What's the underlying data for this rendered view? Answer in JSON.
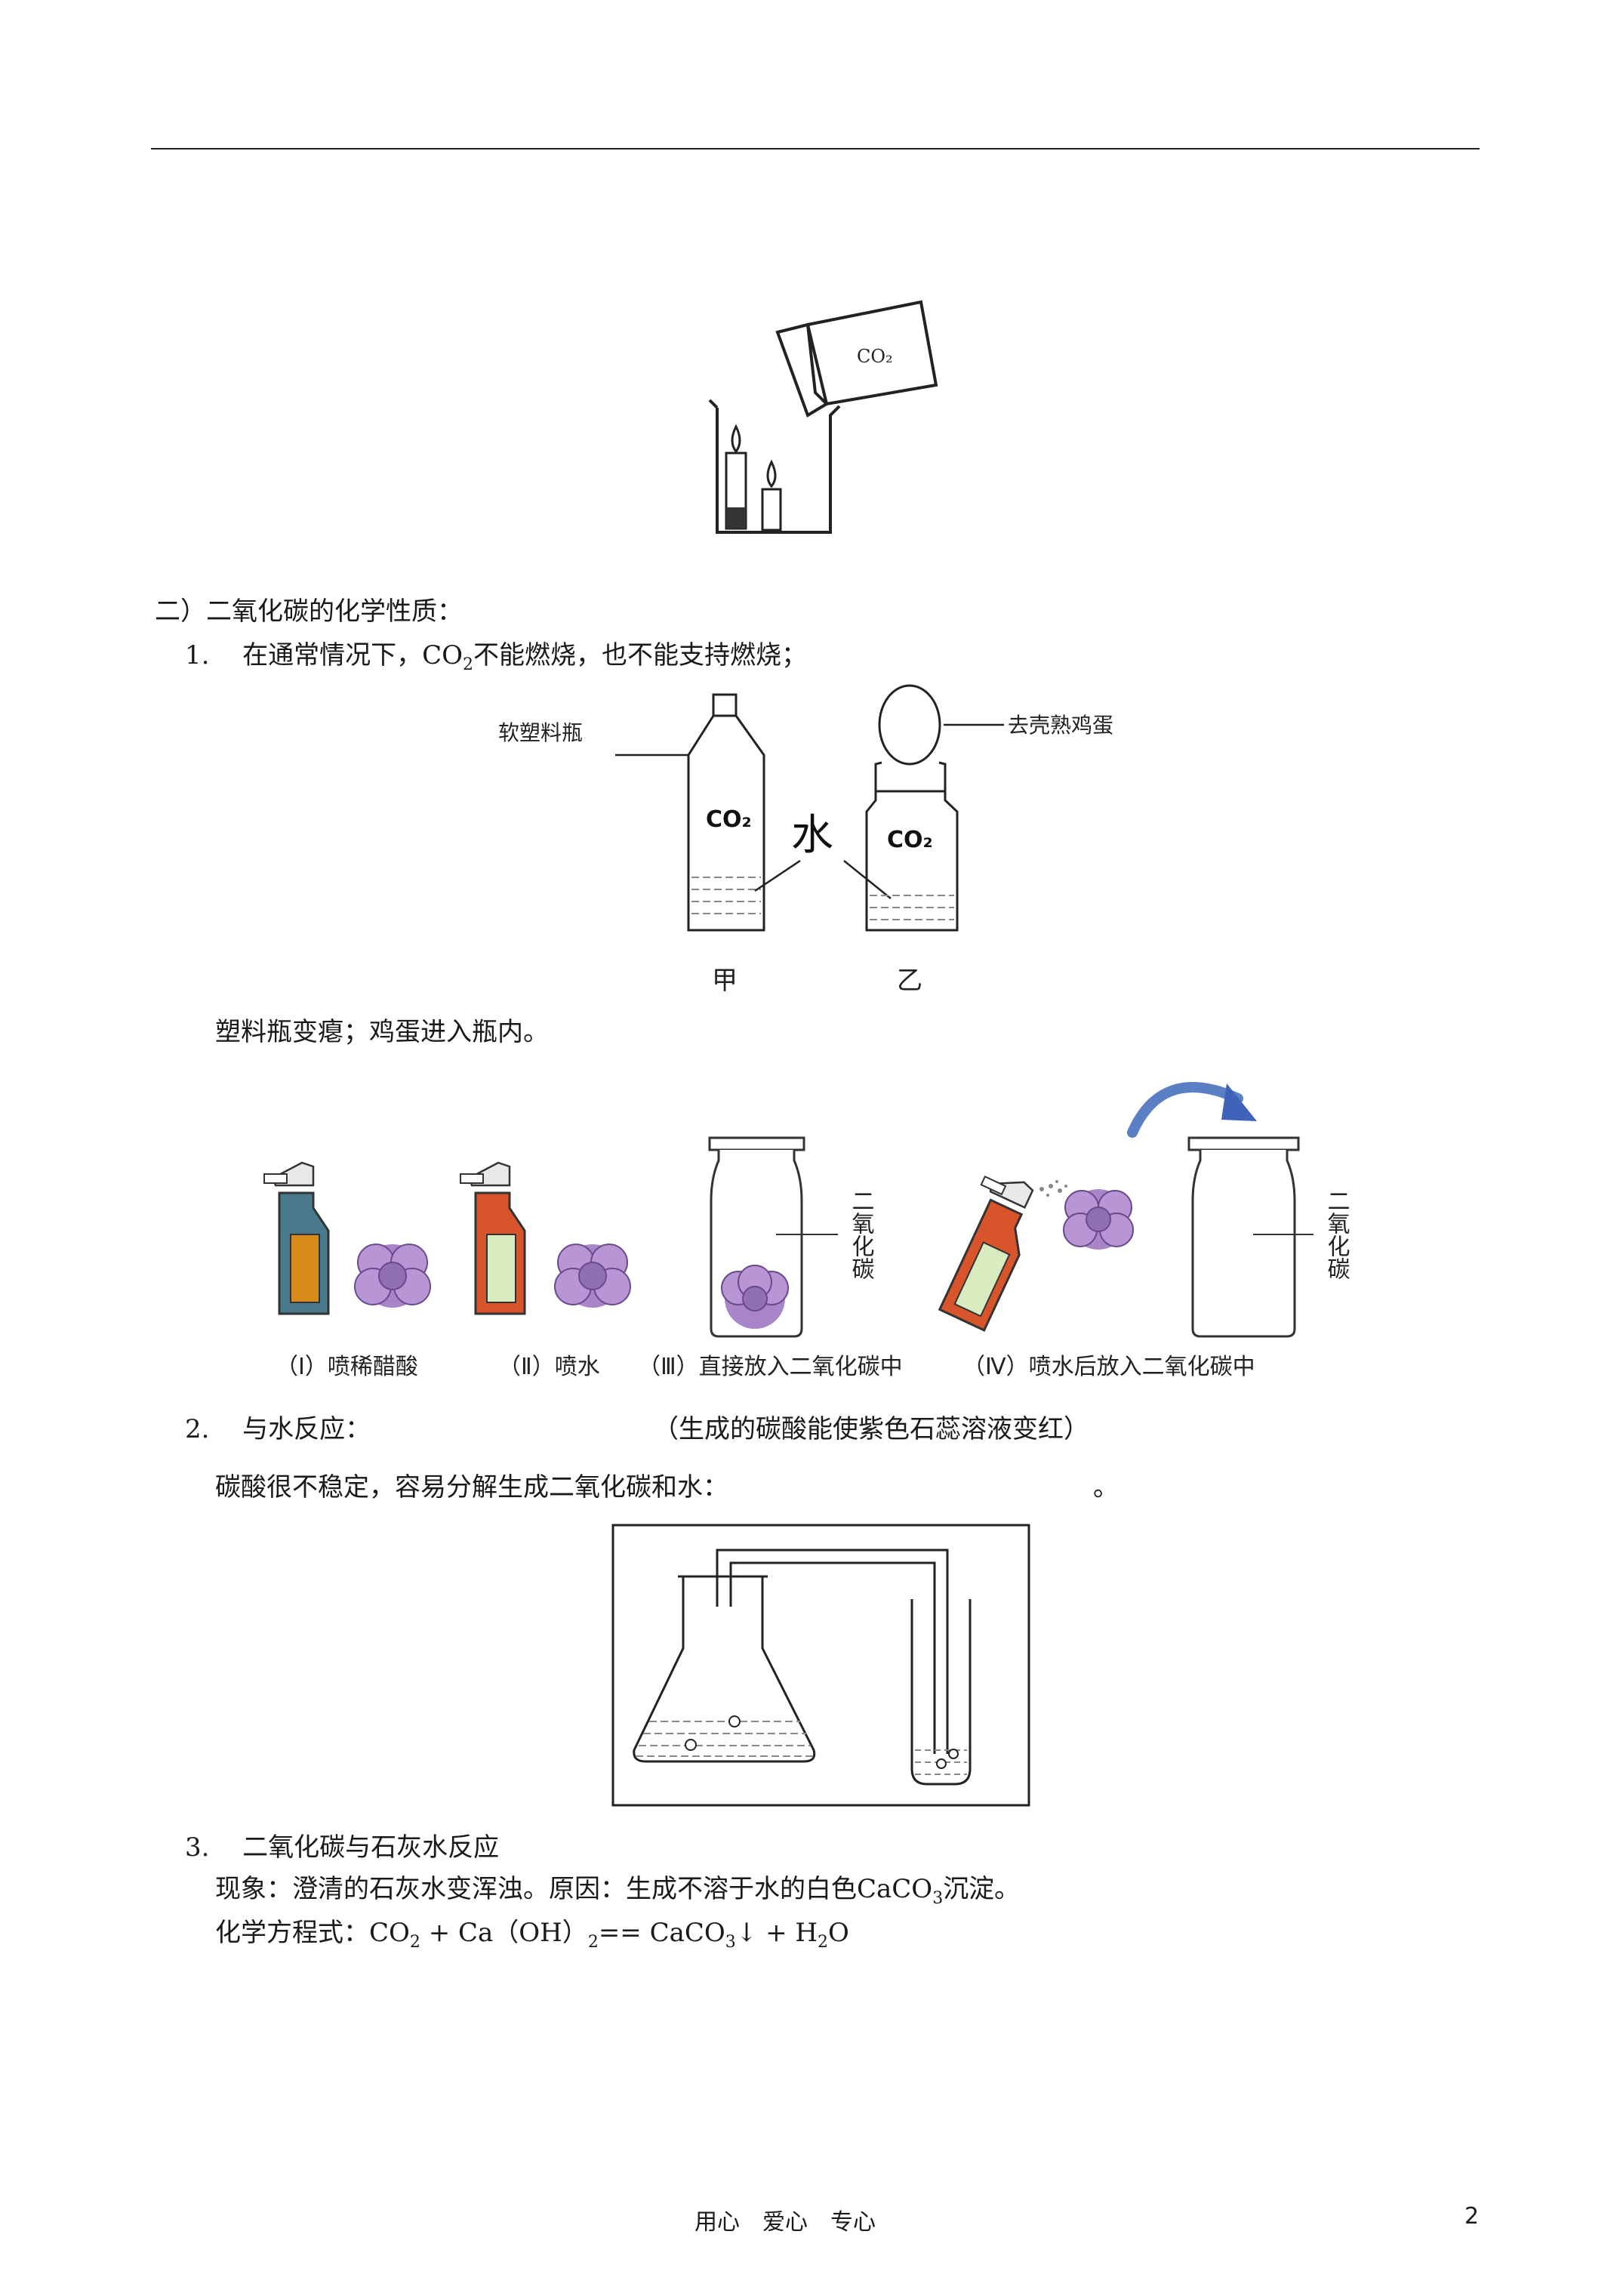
{
  "fig1": {
    "bottle_label": "CO₂"
  },
  "section": {
    "heading": "二）二氧化碳的化学性质：",
    "item1": {
      "num": "1.",
      "pre": "在通常情况下，CO",
      "sub": "2",
      "post": "不能燃烧，也不能支持燃烧；"
    },
    "fig2": {
      "left_callout": "软塑料瓶",
      "right_callout": "去壳熟鸡蛋",
      "left_gas": "CO₂",
      "right_gas": "CO₂",
      "water": "水",
      "left_caption": "甲",
      "right_caption": "乙"
    },
    "observation": "塑料瓶变瘪；鸡蛋进入瓶内。",
    "fig3": {
      "captions": [
        "（Ⅰ）喷稀醋酸",
        "（Ⅱ）喷水",
        "（Ⅲ）直接放入二氧化碳中",
        "（Ⅳ）喷水后放入二氧化碳中"
      ],
      "jar_label": "二氧化碳"
    },
    "item2": {
      "num": "2.",
      "text": "与水反应：",
      "note": "（生成的碳酸能使紫色石蕊溶液变红）",
      "line2": "碳酸很不稳定，容易分解生成二氧化碳和水：",
      "line2_end": "。"
    },
    "item3": {
      "num": "3.",
      "text": "二氧化碳与石灰水反应",
      "phenomenon_pre": "现象：澄清的石灰水变浑浊。原因：生成不溶于水的白色CaCO",
      "phenomenon_sub": "3",
      "phenomenon_post": "沉淀。",
      "eq_label": "化学方程式：",
      "eq_co": "CO",
      "eq_co_sub": "2",
      "eq_mid": "+ Ca（OH）",
      "eq_mid_sub": "2",
      "eq_eq": "== CaCO",
      "eq_caco_sub": "3",
      "eq_arrow": "↓",
      "eq_end": "+ H",
      "eq_h_sub": "2",
      "eq_o": "O"
    }
  },
  "footer": {
    "center": "用心　爱心　专心",
    "page": "2"
  }
}
